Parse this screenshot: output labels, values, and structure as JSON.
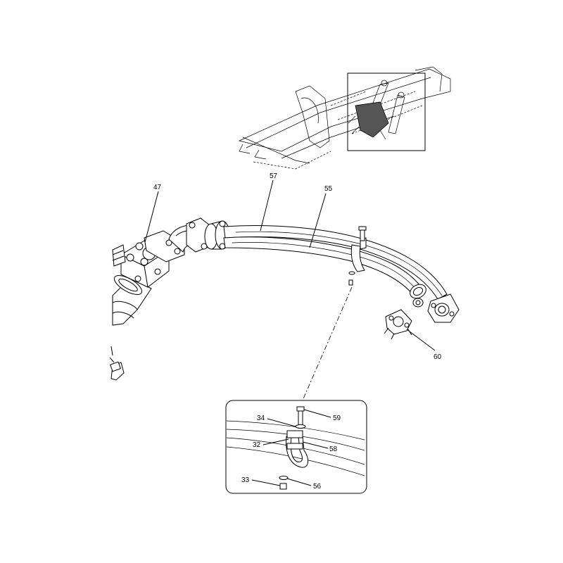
{
  "callouts": {
    "c47": "47",
    "c57": "57",
    "c55": "55",
    "c60": "60",
    "c34": "34",
    "c59": "59",
    "c32": "32",
    "c58": "58",
    "c33": "33",
    "c56": "56"
  }
}
